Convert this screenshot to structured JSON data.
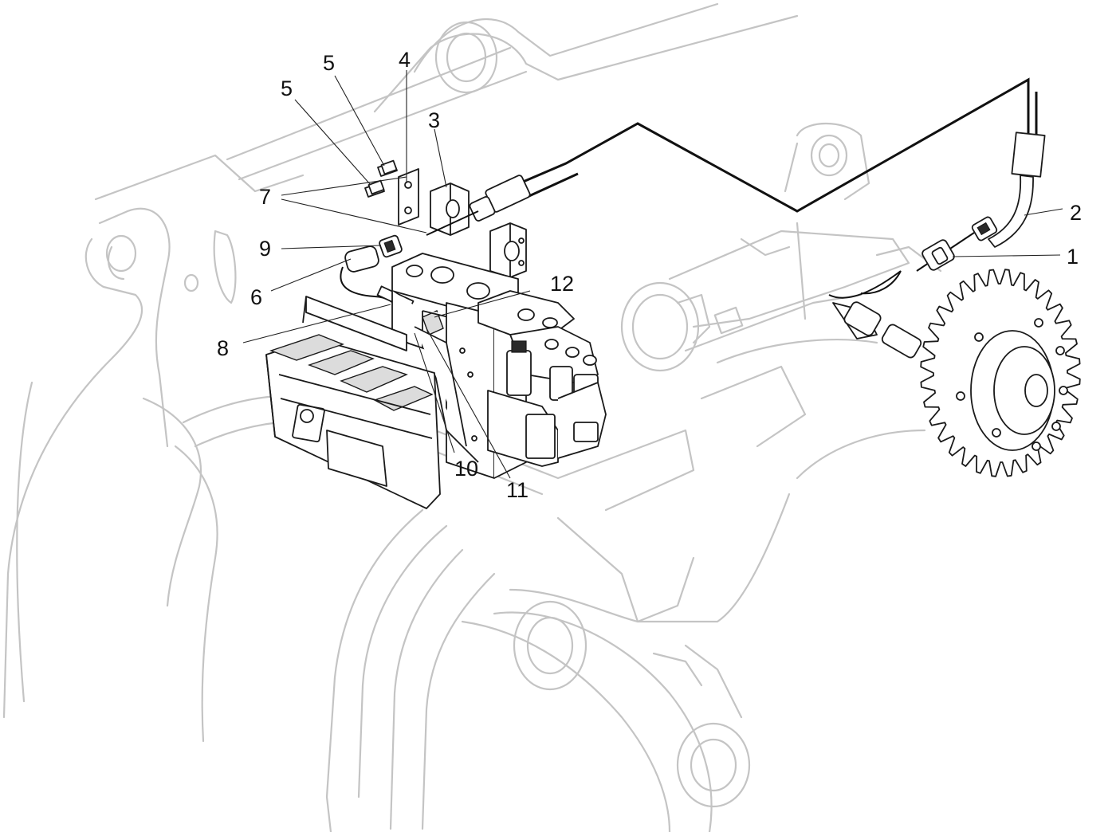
{
  "callouts": [
    {
      "id": "1",
      "text": "1"
    },
    {
      "id": "2",
      "text": "2"
    },
    {
      "id": "3",
      "text": "3"
    },
    {
      "id": "4",
      "text": "4"
    },
    {
      "id": "5a",
      "text": "5"
    },
    {
      "id": "5b",
      "text": "5"
    },
    {
      "id": "6",
      "text": "6"
    },
    {
      "id": "7",
      "text": "7"
    },
    {
      "id": "8",
      "text": "8"
    },
    {
      "id": "9",
      "text": "9"
    },
    {
      "id": "10",
      "text": "10"
    },
    {
      "id": "11",
      "text": "11"
    },
    {
      "id": "12",
      "text": "12"
    }
  ]
}
